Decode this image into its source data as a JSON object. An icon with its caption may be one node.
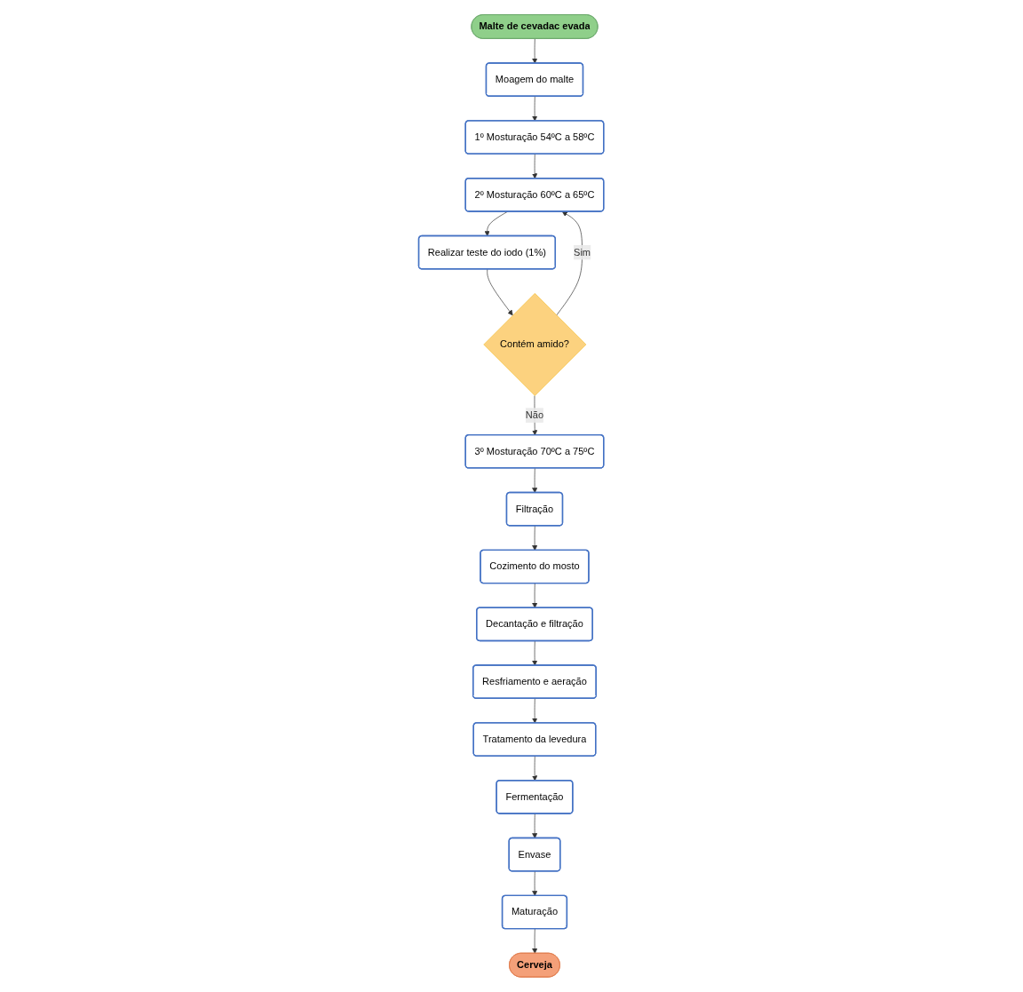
{
  "diagram": {
    "nodes": [
      {
        "text": [
          "Malte de cevadac evada"
        ]
      },
      {
        "text": [
          "Moagem do malte"
        ]
      },
      {
        "text": [
          "1º Mosturação 54ºC a 58ºC"
        ]
      },
      {
        "text": [
          "2º Mosturação 60ºC a 65ºC"
        ]
      },
      {
        "text": [
          "Realizar teste do iodo (1%)"
        ]
      },
      {
        "text": [
          "Contém amido?"
        ]
      },
      {
        "text": [
          "3º Mosturação 70ºC a 75ºC"
        ]
      },
      {
        "text": [
          "Filtração"
        ]
      },
      {
        "text": [
          "Cozimento do mosto"
        ]
      },
      {
        "text": [
          "Decantação e filtração"
        ]
      },
      {
        "text": [
          "Resfriamento e aeração"
        ]
      },
      {
        "text": [
          "Tratamento da levedura"
        ]
      },
      {
        "text": [
          "Fermentação"
        ]
      },
      {
        "text": [
          "Envase"
        ]
      },
      {
        "text": [
          "Maturação"
        ]
      },
      {
        "text": [
          "Cerveja"
        ]
      }
    ],
    "edges": [
      {
        "from": 0,
        "to": 1,
        "arrow": "to"
      },
      {
        "from": 1,
        "to": 2,
        "arrow": "to"
      },
      {
        "from": 2,
        "to": 3,
        "arrow": "to"
      },
      {
        "from": 3,
        "to": 4,
        "arrow": "to"
      },
      {
        "from": 4,
        "to": 5,
        "arrow": "to"
      },
      {
        "from": 5,
        "to": 3,
        "arrow": "to",
        "label": "Sim"
      },
      {
        "from": 5,
        "to": 6,
        "arrow": "to",
        "label": "Não"
      },
      {
        "from": 6,
        "to": 7,
        "arrow": "to"
      },
      {
        "from": 7,
        "to": 8,
        "arrow": "to"
      },
      {
        "from": 8,
        "to": 9,
        "arrow": "to"
      },
      {
        "from": 9,
        "to": 10,
        "arrow": "to"
      },
      {
        "from": 10,
        "to": 11,
        "arrow": "to"
      },
      {
        "from": 11,
        "to": 12,
        "arrow": "to"
      },
      {
        "from": 12,
        "to": 13,
        "arrow": "to"
      },
      {
        "from": 13,
        "to": 14,
        "arrow": "to"
      },
      {
        "from": 14,
        "to": 15,
        "arrow": "to"
      }
    ]
  }
}
